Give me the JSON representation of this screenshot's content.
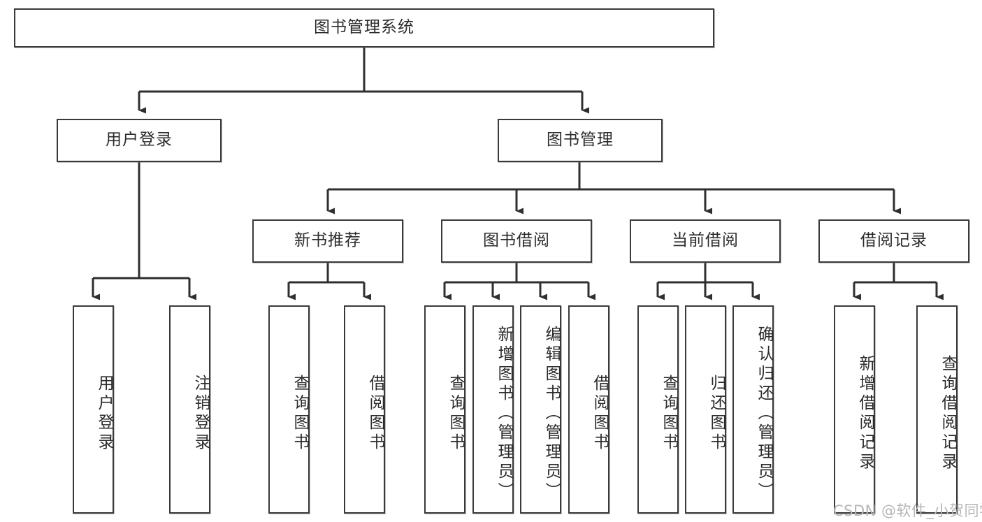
{
  "diagram": {
    "type": "tree",
    "title": "图书管理系统",
    "watermark": "CSDN @软件_小贺同学",
    "colors": {
      "box_border": "#3a3a3a",
      "box_fill": "#ffffff",
      "edge": "#2f2f2f",
      "text": "#2b2b2b",
      "watermark": "#b6b6b6"
    },
    "nodes": {
      "root": {
        "label": "图书管理系统",
        "orientation": "horizontal"
      },
      "level2": [
        {
          "id": "user-login",
          "label": "用户登录",
          "orientation": "horizontal"
        },
        {
          "id": "book-management",
          "label": "图书管理",
          "orientation": "horizontal"
        }
      ],
      "level3": [
        {
          "id": "new-book-recommend",
          "label": "新书推荐",
          "orientation": "horizontal"
        },
        {
          "id": "book-borrow",
          "label": "图书借阅",
          "orientation": "horizontal"
        },
        {
          "id": "current-borrow",
          "label": "当前借阅",
          "orientation": "horizontal"
        },
        {
          "id": "borrow-record",
          "label": "借阅记录",
          "orientation": "horizontal"
        }
      ],
      "leaves": [
        {
          "id": "leaf-user-login",
          "label": "用户登录",
          "parent": "user-login",
          "orientation": "vertical"
        },
        {
          "id": "leaf-logout",
          "label": "注销登录",
          "parent": "user-login",
          "orientation": "vertical"
        },
        {
          "id": "leaf-query-book-1",
          "label": "查询图书",
          "parent": "new-book-recommend",
          "orientation": "vertical"
        },
        {
          "id": "leaf-borrow-book-1",
          "label": "借阅图书",
          "parent": "new-book-recommend",
          "orientation": "vertical"
        },
        {
          "id": "leaf-query-book-2",
          "label": "查询图书",
          "parent": "book-borrow",
          "orientation": "vertical"
        },
        {
          "id": "leaf-add-book",
          "label": "新增图书（管理员）",
          "parent": "book-borrow",
          "orientation": "vertical"
        },
        {
          "id": "leaf-edit-book",
          "label": "编辑图书（管理员）",
          "parent": "book-borrow",
          "orientation": "vertical"
        },
        {
          "id": "leaf-borrow-book-2",
          "label": "借阅图书",
          "parent": "book-borrow",
          "orientation": "vertical"
        },
        {
          "id": "leaf-query-book-3",
          "label": "查询图书",
          "parent": "current-borrow",
          "orientation": "vertical"
        },
        {
          "id": "leaf-return-book",
          "label": "归还图书",
          "parent": "current-borrow",
          "orientation": "vertical"
        },
        {
          "id": "leaf-confirm-return",
          "label": "确认归还（管理员）",
          "parent": "current-borrow",
          "orientation": "vertical"
        },
        {
          "id": "leaf-add-record",
          "label": "新增借阅记录",
          "parent": "borrow-record",
          "orientation": "vertical"
        },
        {
          "id": "leaf-query-record",
          "label": "查询借阅记录",
          "parent": "borrow-record",
          "orientation": "vertical"
        }
      ]
    }
  }
}
